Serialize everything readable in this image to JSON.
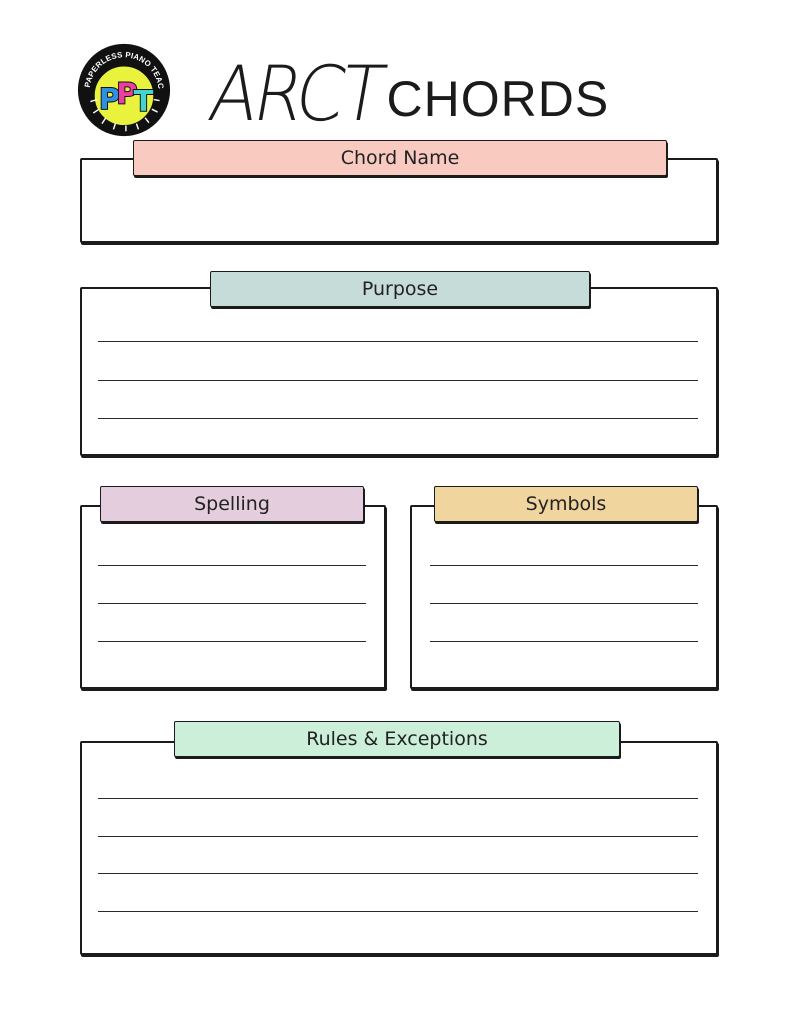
{
  "logo": {
    "ring_text": "THE PAPERLESS PIANO TEACHER",
    "mark": "PPT"
  },
  "title": {
    "script": "ARCT",
    "block": "CHORDS"
  },
  "sections": {
    "chord_name": {
      "label": "Chord Name",
      "color": "#f9cbc0"
    },
    "purpose": {
      "label": "Purpose",
      "color": "#c6dcd9"
    },
    "spelling": {
      "label": "Spelling",
      "color": "#e4cede"
    },
    "symbols": {
      "label": "Symbols",
      "color": "#f0d59e"
    },
    "rules": {
      "label": "Rules & Exceptions",
      "color": "#cbefd9"
    }
  }
}
